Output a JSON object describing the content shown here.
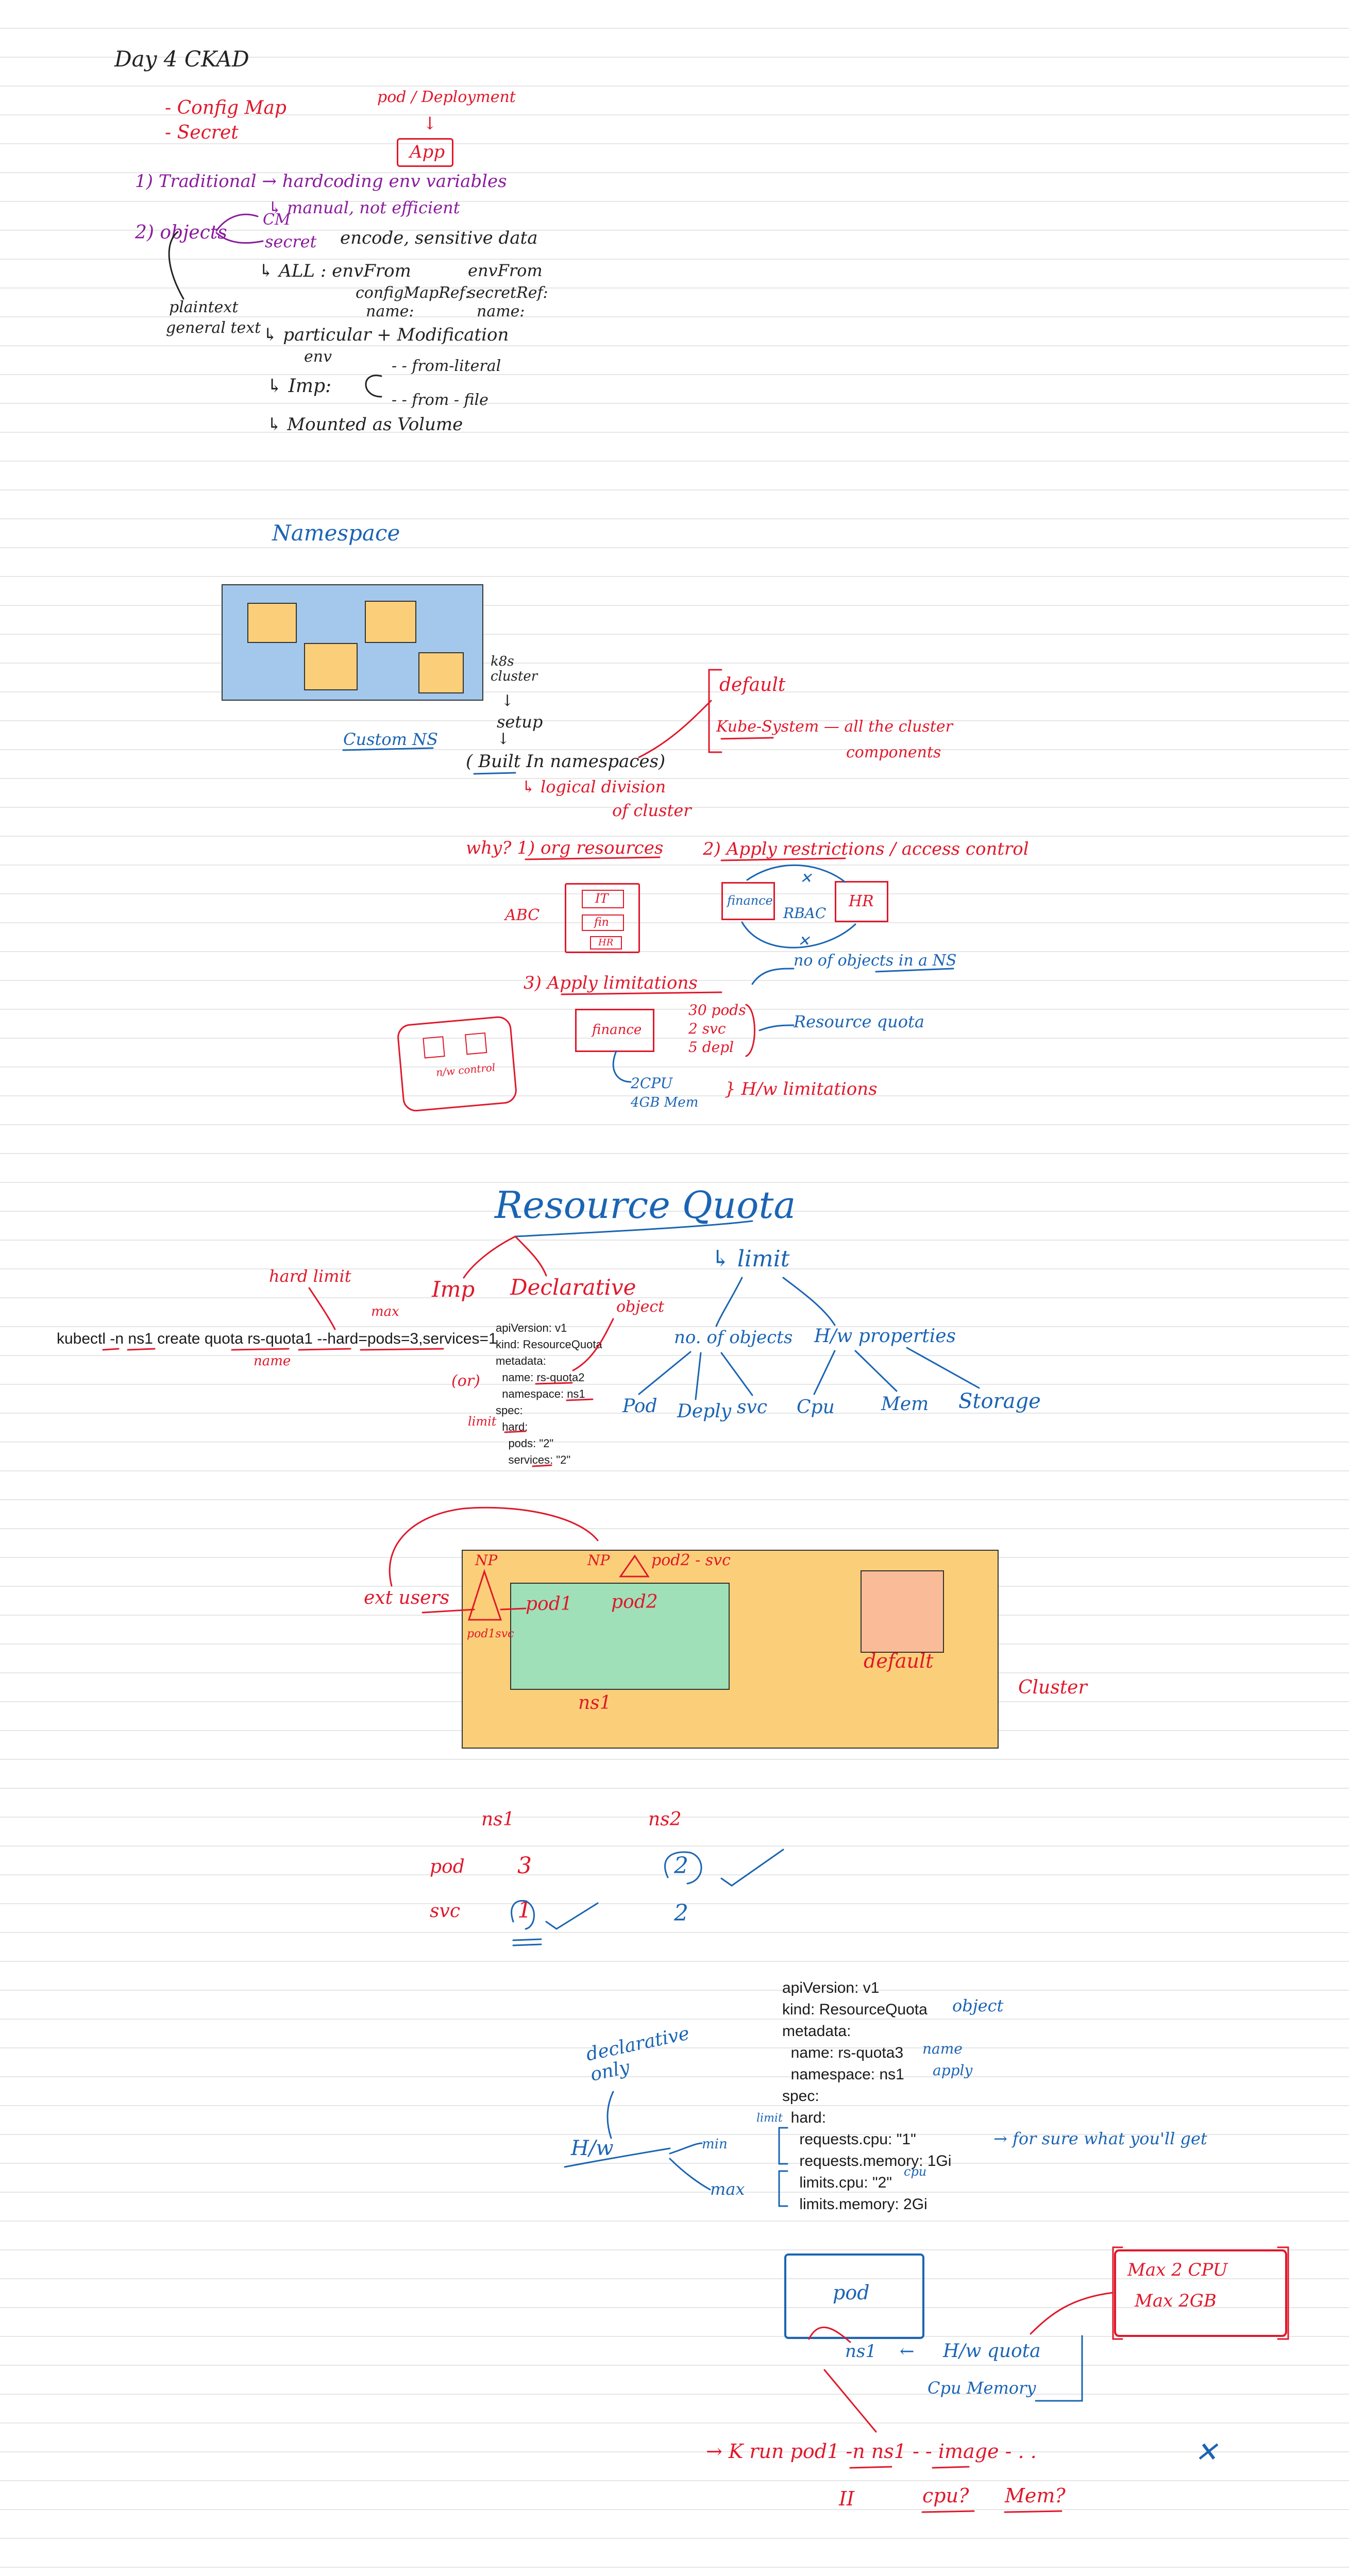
{
  "section1": {
    "title": "Day 4 CKAD",
    "topics": [
      "- Config Map",
      "- Secret"
    ],
    "app_caption": "pod / Deployment",
    "app_box": "App",
    "item1": "1) Traditional → hardcoding env variables",
    "item1_note": "↳ manual, not efficient",
    "item2_label": "2) objects",
    "cm": "CM",
    "secret": "secret",
    "secret_note": "encode, sensitive data",
    "all": "↳ ALL : envFrom",
    "envfrom1": "configMapRef:",
    "name1": "name:",
    "envfrom2": "envFrom",
    "secretref": "secretRef:",
    "name2": "name:",
    "plaintext": "plaintext",
    "general_text": "general text",
    "particular": "↳ particular + Modification",
    "env": "env",
    "imp": "↳ Imp:",
    "from_literal": "- - from-literal",
    "from_file": "- - from - file",
    "mounted": "↳ Mounted as Volume"
  },
  "section2": {
    "title": "Namespace",
    "k8s": "k8s cluster",
    "setup": "setup",
    "builtin": "( Built In namespaces)",
    "logical": "↳ logical division",
    "of_cluster": "of cluster",
    "custom_ns": "Custom NS",
    "default": "default",
    "kube_system": "Kube-System — all the cluster",
    "components": "components",
    "why": "why? 1) org resources",
    "abc": "ABC",
    "it": "IT",
    "fin": "fin",
    "hr_small": "HR",
    "apply_restrictions": "2) Apply restrictions / access control",
    "finance": "finance",
    "hr": "HR",
    "rbac": "RBAC",
    "apply_limitations": "3) Apply limitations",
    "finance2": "finance",
    "pods30": "30 pods",
    "svc2": "2 svc",
    "depl5": "5 depl",
    "no_objects": "no of objects in a NS",
    "resource_quota": "Resource quota",
    "cpu2": "2CPU",
    "mem4": "4GB Mem",
    "hw_limitations": "} H/w limitations",
    "nw_control": "n/w control"
  },
  "section3": {
    "title": "Resource Quota",
    "hard_limit": "hard limit",
    "imp": "Imp",
    "declarative": "Declarative",
    "limit": "↳ limit",
    "command": "kubectl -n ns1 create quota rs-quota1 --hard=pods=3,services=1",
    "max": "max",
    "name": "name",
    "or": "(or)",
    "object": "object",
    "limit_small": "limit",
    "no_objects": "no. of objects",
    "hw_properties": "H/w properties",
    "leaves": [
      "Pod",
      "Deply",
      "svc",
      "Cpu",
      "Mem",
      "Storage"
    ],
    "yaml": [
      "apiVersion: v1",
      "kind: ResourceQuota",
      "metadata:",
      "  name: rs-quota2",
      "  namespace: ns1",
      "spec:",
      "  hard:",
      "    pods: \"2\"",
      "    services: \"2\""
    ]
  },
  "section4": {
    "ext_users": "ext users",
    "np": "NP",
    "np2": "NP",
    "pod2_svc": "pod2 - svc",
    "pod1svc": "pod1svc",
    "pod1": "pod1",
    "pod2": "pod2",
    "ns1": "ns1",
    "default": "default",
    "cluster": "Cluster"
  },
  "section5": {
    "ns1": "ns1",
    "ns2": "ns2",
    "pod_label": "pod",
    "svc_label": "svc",
    "ns1_pod": "3",
    "ns1_svc": "1",
    "ns2_pod": "2",
    "ns2_svc": "2"
  },
  "section6": {
    "yaml": [
      "apiVersion: v1",
      "kind: ResourceQuota",
      "metadata:",
      "  name: rs-quota3",
      "  namespace: ns1",
      "spec:",
      "  hard:",
      "    requests.cpu: \"1\"",
      "    requests.memory: 1Gi",
      "    limits.cpu: \"2\"",
      "    limits.memory: 2Gi"
    ],
    "object": "object",
    "name_note": "name",
    "apply_note": "apply",
    "declarative_only": "declarative only",
    "hw": "H/w",
    "min": "min",
    "max": "max",
    "limit": "limit",
    "cpu": "cpu",
    "for_sure": "→ for sure what you'll get",
    "pod": "pod",
    "ns1": "ns1",
    "hw_quota": "H/w quota",
    "cpu_memory": "Cpu Memory",
    "max_cpu": "Max  2 CPU",
    "max_mem": "Max  2GB",
    "command": "→ K run  pod1  -n ns1  - - image - . .",
    "x_mark": "✕",
    "cpu_q": "cpu?",
    "mem_q": "Mem?",
    "ii": "II"
  }
}
